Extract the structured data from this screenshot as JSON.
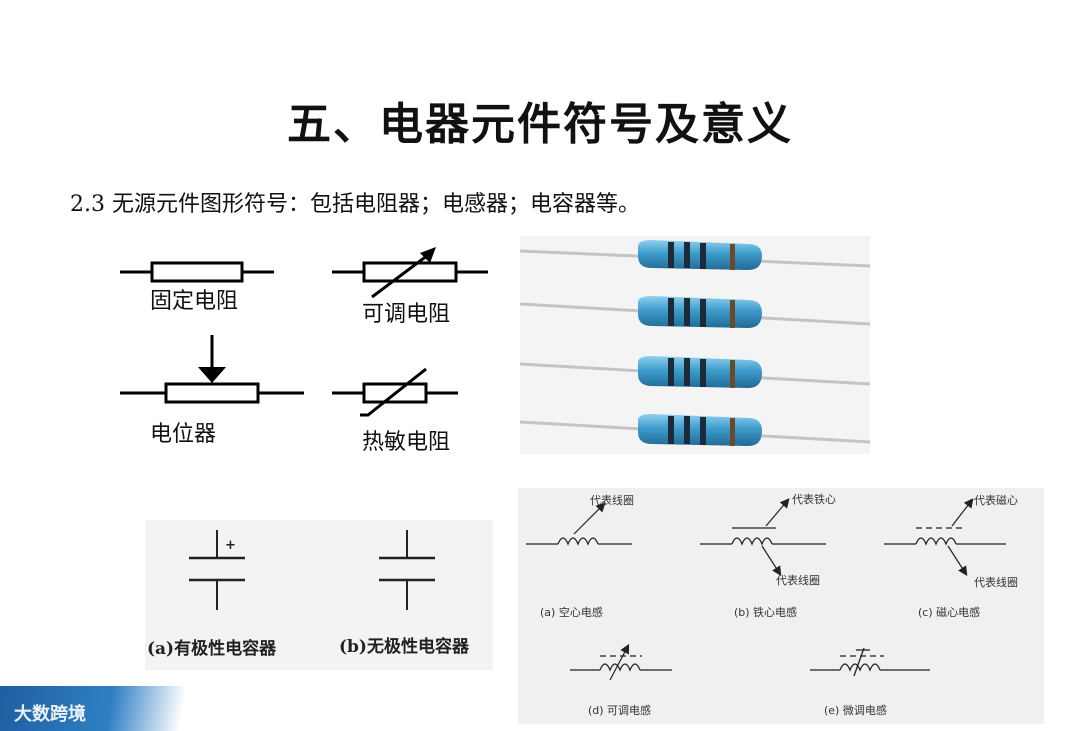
{
  "slide": {
    "title": "五、电器元件符号及意义",
    "subtitle": "2.3 无源元件图形符号：包括电阻器；电感器；电容器等。"
  },
  "resistor_symbols": {
    "fixed": "固定电阻",
    "variable": "可调电阻",
    "potentiometer": "电位器",
    "thermistor": "热敏电阻"
  },
  "capacitor_symbols": {
    "polarized": "(a)有极性电容器",
    "non_polarized": "(b)无极性电容器",
    "plus_sign": "+"
  },
  "inductor_symbols": {
    "coil_label": "代表线圈",
    "core_label": "代表铁心",
    "magnetic_label": "代表磁心",
    "coil_label_c": "代表线圈",
    "air_core": "(a) 空心电感",
    "iron_core": "(b) 铁心电感",
    "magnetic_core": "(c) 磁心电感",
    "adjustable": "(d) 可调电感",
    "fine_tune": "(e) 微调电感"
  },
  "photo": {
    "subject": "resistor-photo",
    "colors": {
      "body": "#4aa3cc",
      "band_dark": "#1d2a3a",
      "band_brown": "#6b4a2b",
      "lead": "#c9c9c9"
    }
  },
  "watermark": {
    "text": "大数跨境"
  }
}
